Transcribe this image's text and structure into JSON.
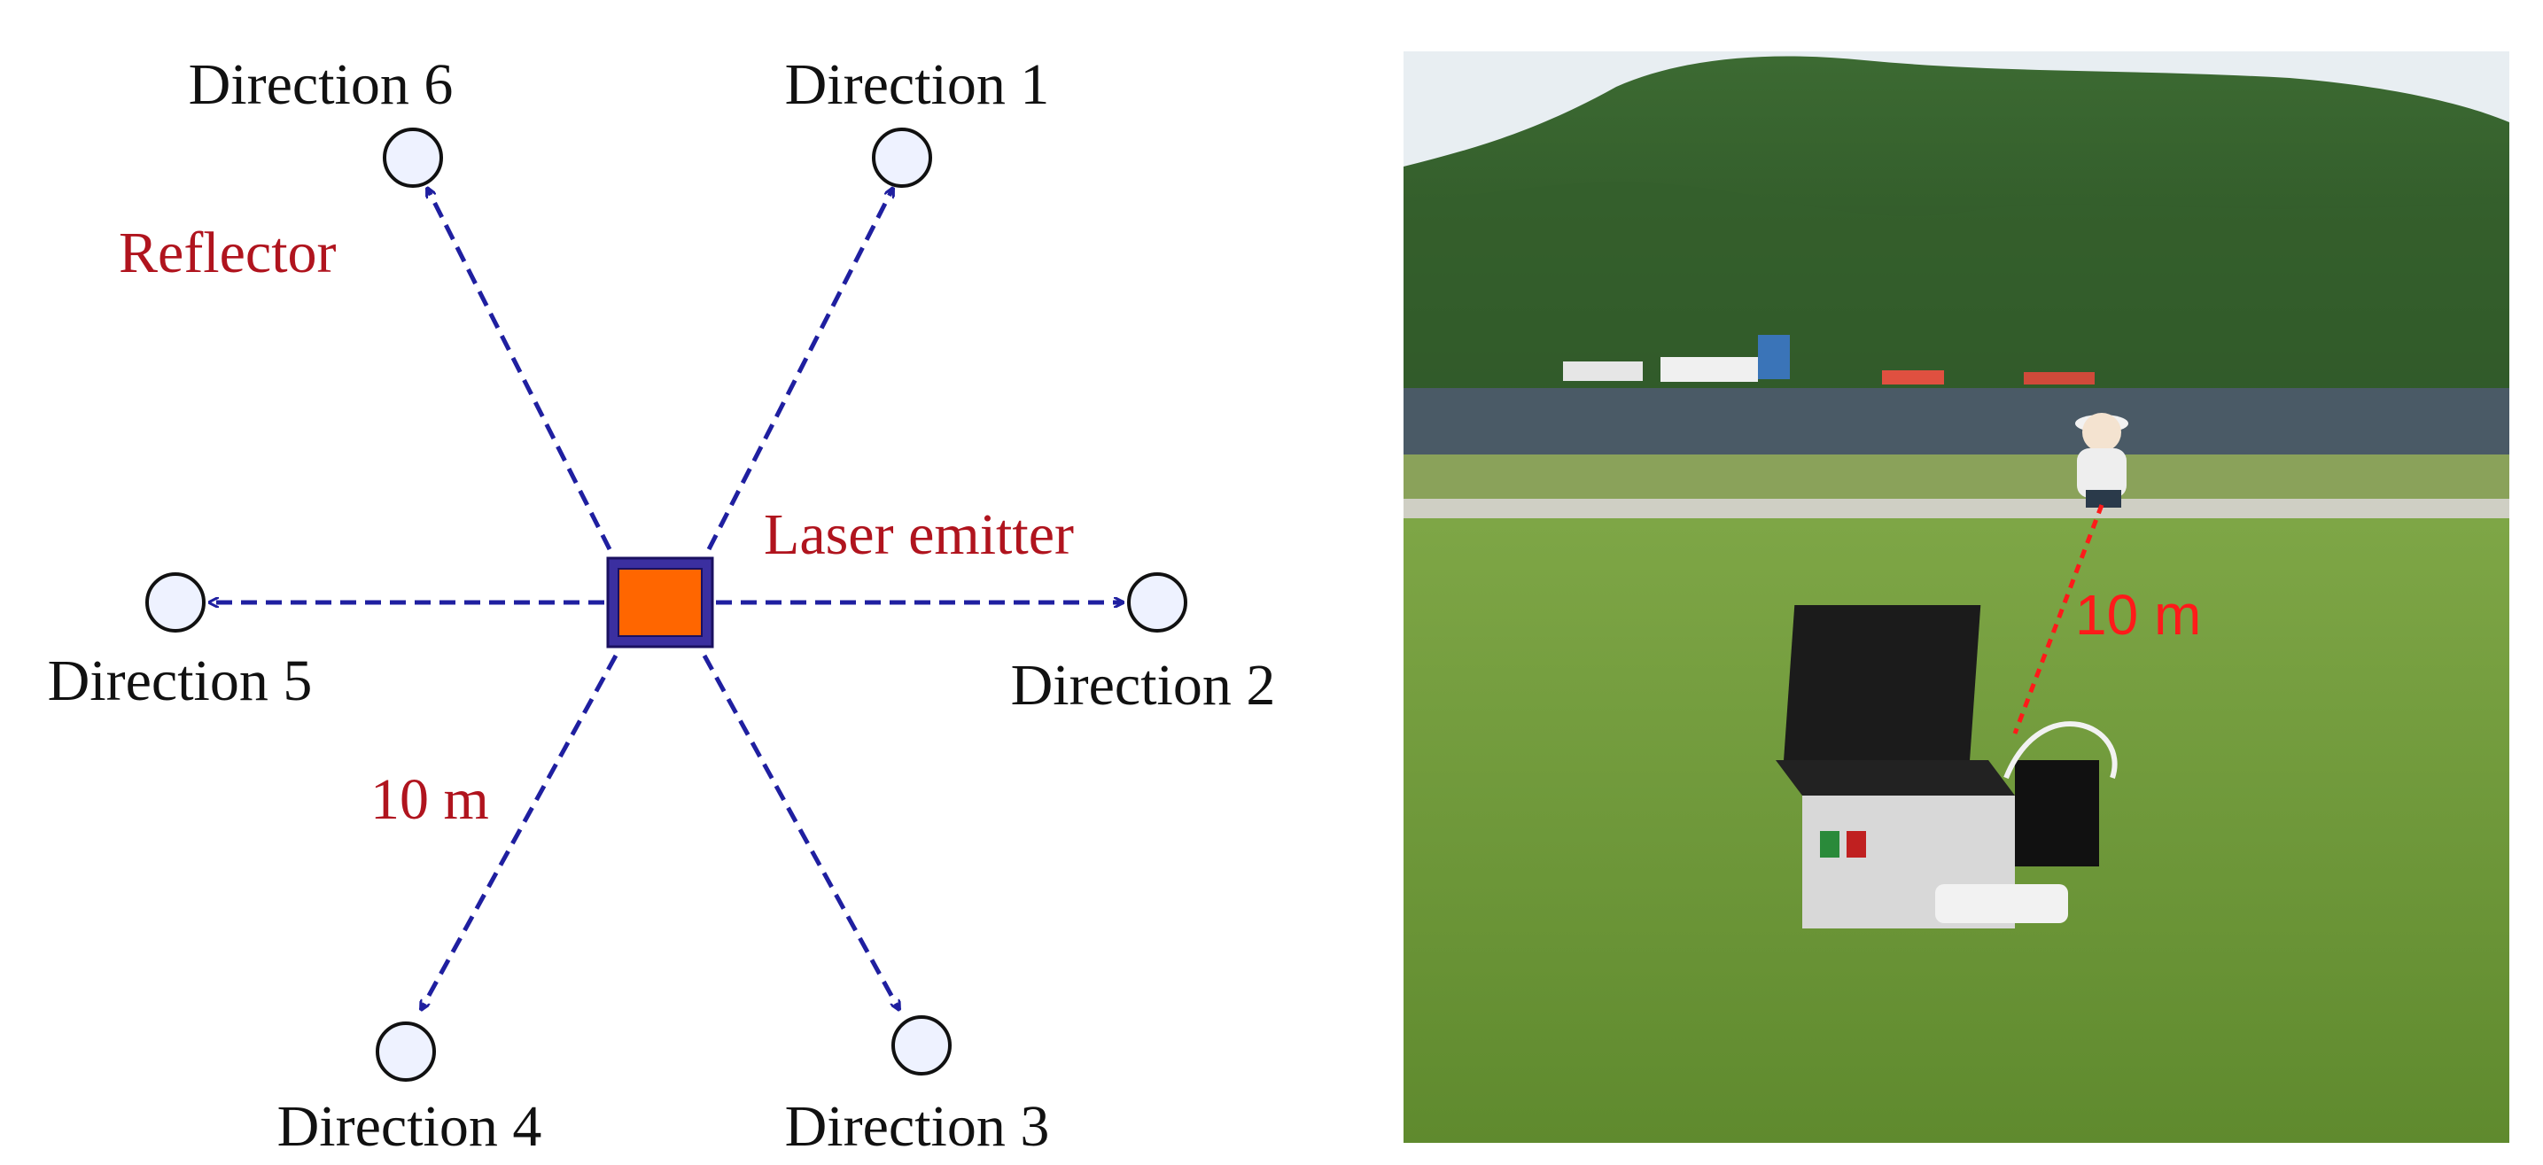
{
  "diagram": {
    "directions": [
      {
        "id": 1,
        "label": "Direction 1"
      },
      {
        "id": 2,
        "label": "Direction 2"
      },
      {
        "id": 3,
        "label": "Direction 3"
      },
      {
        "id": 4,
        "label": "Direction 4"
      },
      {
        "id": 5,
        "label": "Direction 5"
      },
      {
        "id": 6,
        "label": "Direction 6"
      }
    ],
    "reflector_label": "Reflector",
    "emitter_label": "Laser emitter",
    "distance_label": "10 m"
  },
  "photo": {
    "distance_label": "10 m"
  },
  "colors": {
    "arrow": "#1f1fa0",
    "emitter_fill": "#ff6600",
    "emitter_border": "#3b2fa0",
    "reflector_fill": "#eef2ff",
    "label_red": "#b0141e",
    "photo_label_red": "#ff1a1a",
    "grass": "#6e9a3a",
    "mountain": "#2f5a2a",
    "sky": "#e8eef2"
  }
}
